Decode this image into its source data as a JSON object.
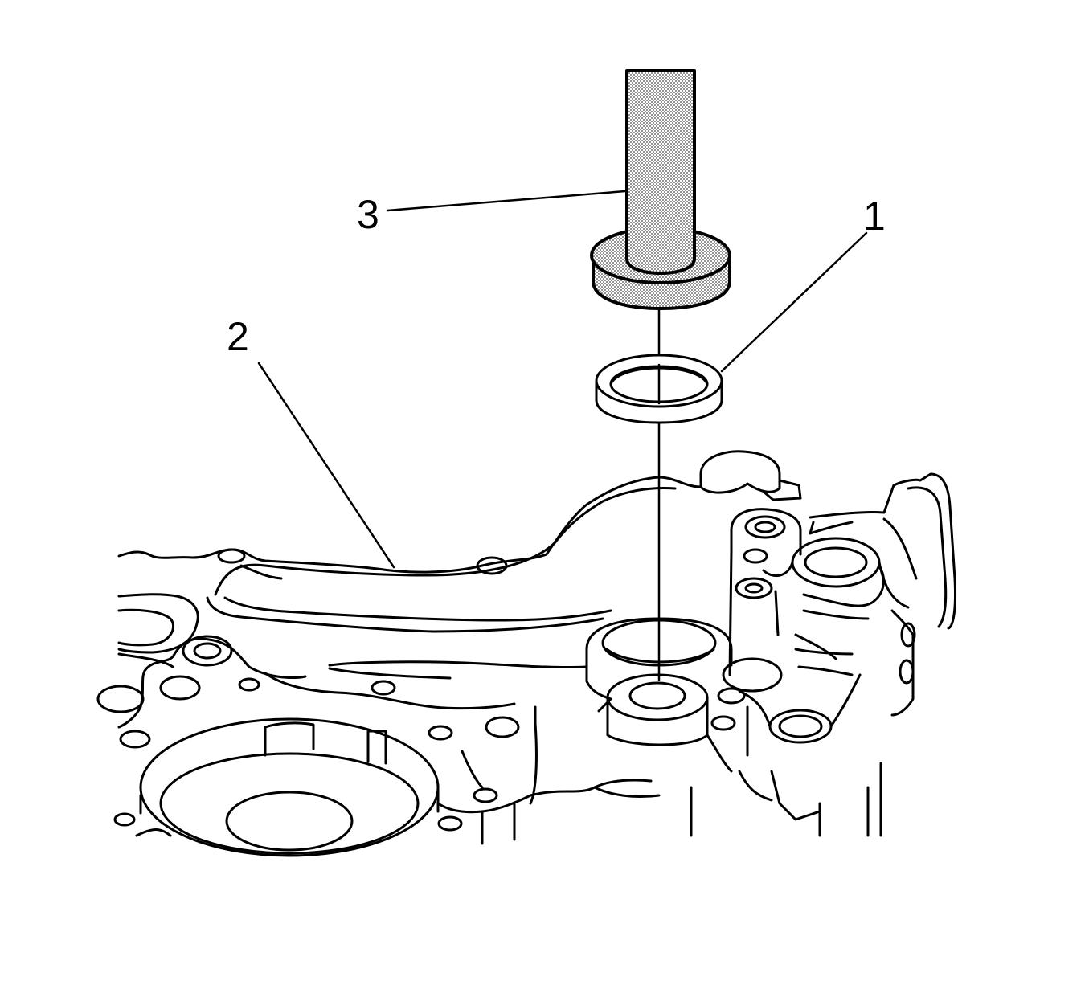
{
  "callouts": {
    "one": "1",
    "two": "2",
    "three": "3"
  },
  "parts": {
    "seal": "seal-ring",
    "housing": "transmission-case",
    "installer": "seal-installer-tool"
  },
  "colors": {
    "line": "#000000",
    "background": "#ffffff",
    "tool_fill": "#d8d8d8"
  }
}
